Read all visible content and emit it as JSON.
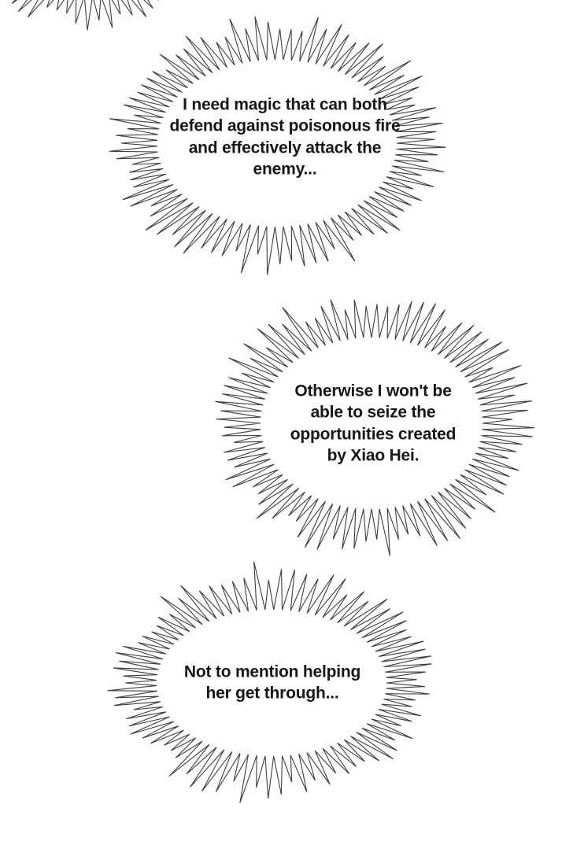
{
  "colors": {
    "background": "#ffffff",
    "ink": "#171717",
    "spike_stroke": "#3d3d3d",
    "bubble_fill": "#ffffff"
  },
  "bubbles": [
    {
      "name": "thought-bubble-1",
      "text": "I need magic that can both\ndefend against poisonous fire\nand effectively attack the\nenemy..."
    },
    {
      "name": "thought-bubble-2",
      "text": "Otherwise I won't be\nable to seize the\nopportunities created\nby Xiao Hei."
    },
    {
      "name": "thought-bubble-3",
      "text": "Not to mention helping\nher get through..."
    }
  ],
  "partial_bubble": {
    "name": "thought-bubble-partial-top-left",
    "text": ""
  }
}
